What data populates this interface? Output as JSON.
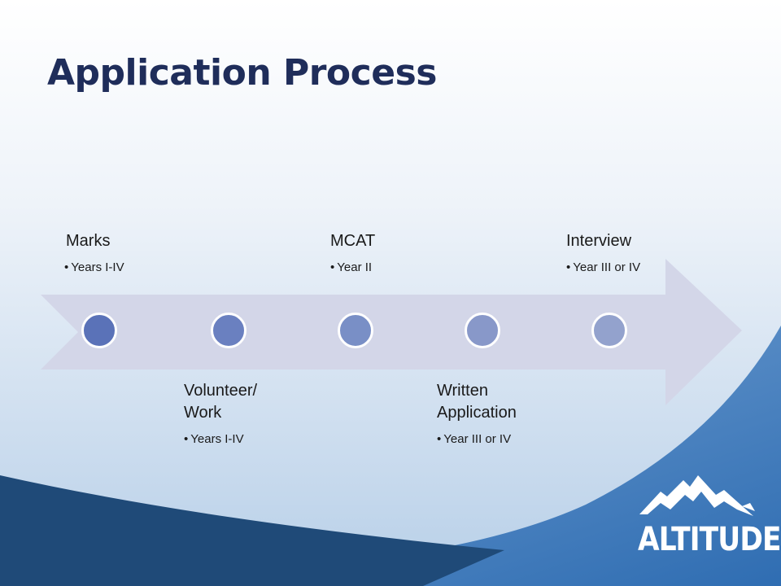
{
  "slide": {
    "title": "Application Process"
  },
  "steps": [
    {
      "label": "Marks",
      "detail": "Years I-IV",
      "color": "#5a72b8"
    },
    {
      "label": "Volunteer/\nWork",
      "detail": "Years I-IV",
      "color": "#6a80c0"
    },
    {
      "label": "MCAT",
      "detail": "Year II",
      "color": "#798fc6"
    },
    {
      "label": "Written\nApplication",
      "detail": "Year III or IV",
      "color": "#8898c9"
    },
    {
      "label": "Interview",
      "detail": "Year III or IV",
      "color": "#93a2cd"
    }
  ],
  "logo": {
    "text": "ALTITUDE",
    "icon": "mountain-icon"
  },
  "colors": {
    "title": "#1f2d5a",
    "arrow": "#d3d6e8",
    "dark_swoosh": "#1f4a78",
    "light_swoosh": "#3d7cbd"
  }
}
